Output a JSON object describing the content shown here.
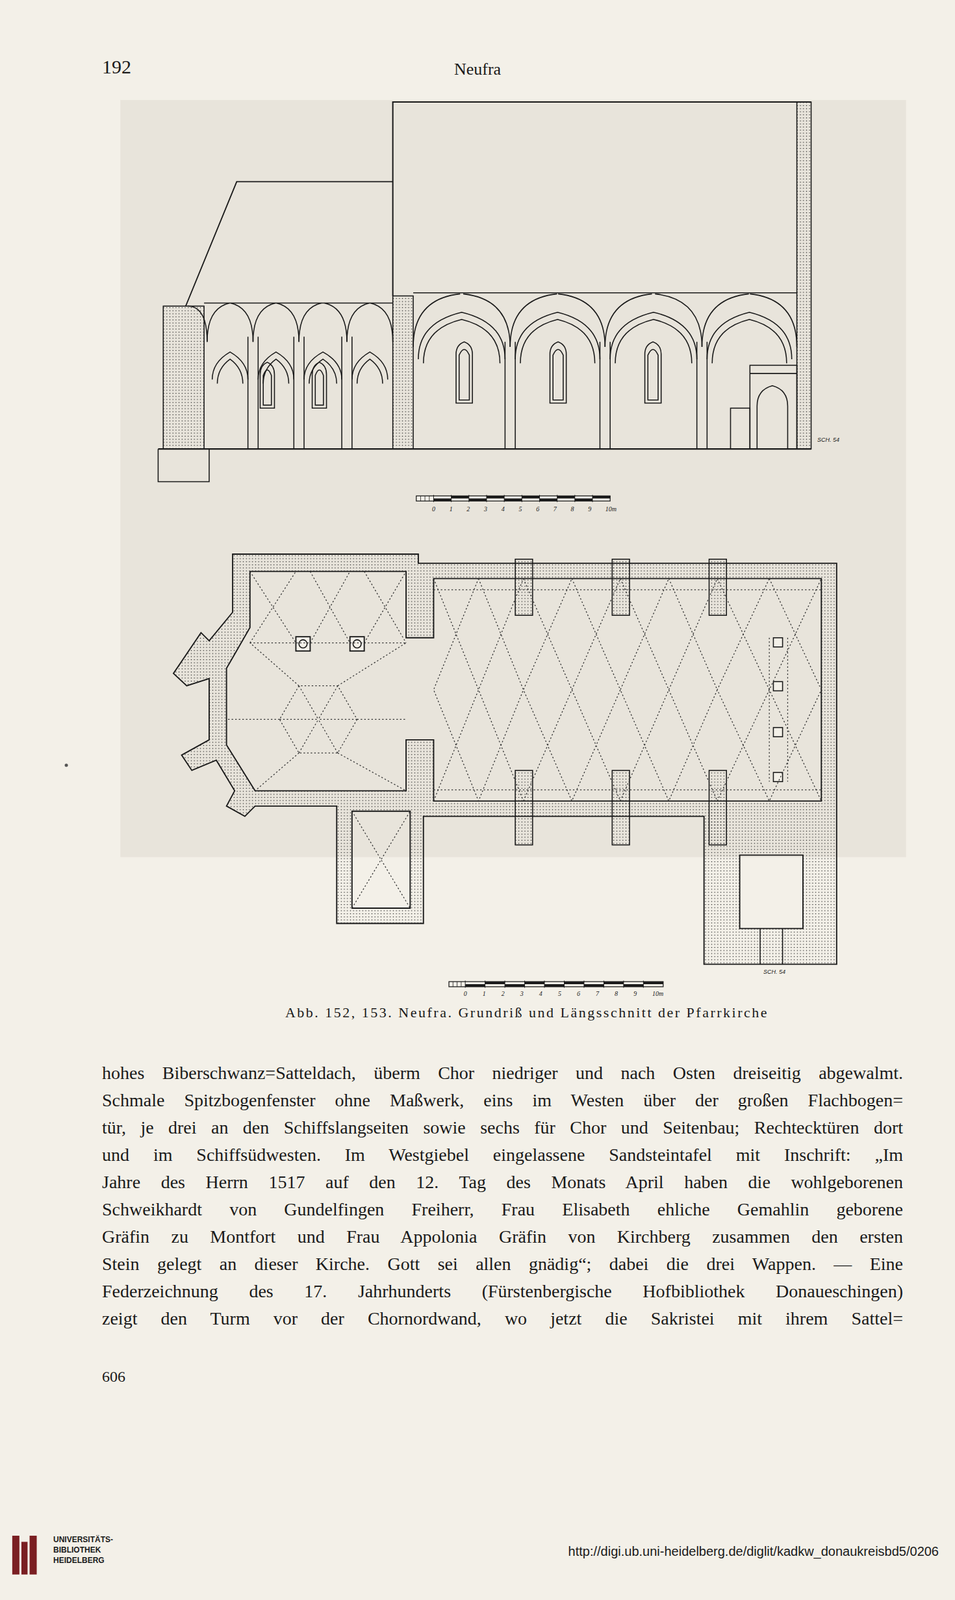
{
  "diagram": {
    "title": "Neufra",
    "caption": "Abb. 152, 153. Neufra. Grundriß und Längsschnitt der Pfarrkirche",
    "labels": [
      "192",
      "SCH. 54",
      "0",
      "1",
      "2",
      "3",
      "4",
      "5",
      "6",
      "7",
      "8",
      "9",
      "10m",
      "SCH. 54",
      "0",
      "1",
      "2",
      "3",
      "4",
      "5",
      "6",
      "7",
      "8",
      "9",
      "10m",
      "hohes Biberschwanz=Satteldach, überm Chor niedriger und nach Osten dreiseitig abgewalmt.",
      "Schmale Spitzbogenfenster ohne Maßwerk, eins im Westen über der großen Flachbogen=",
      "tür, je drei an den Schiffslangseiten sowie sechs für Chor und Seitenbau; Rechtecktüren dort",
      "und im Schiffsüdwesten. Im Westgiebel eingelassene Sandsteintafel mit Inschrift: „Im",
      "Jahre des Herrn 1517 auf den 12. Tag des Monats April haben die wohlgeborenen",
      "Schweikhardt von Gundelfingen Freiherr, Frau Elisabeth ehliche Gemahlin geborene",
      "Gräfin zu Montfort und Frau Appolonia Gräfin von Kirchberg zusammen den ersten",
      "Stein gelegt an dieser Kirche. Gott sei allen gnädig“; dabei die drei Wappen. — Eine",
      "Federzeichnung des 17. Jahrhunderts (Fürstenbergische Hofbibliothek Donaueschingen)",
      "zeigt den Turm vor der Chornordwand, wo jetzt die Sakristei mit ihrem Sattel=",
      "606",
      "UNIVERSITÄTS-",
      "BIBLIOTHEK",
      "HEIDELBERG",
      "http://digi.ub.uni-heidelberg.de/diglit/kadkw_donaukreisbd5/0206"
    ]
  }
}
